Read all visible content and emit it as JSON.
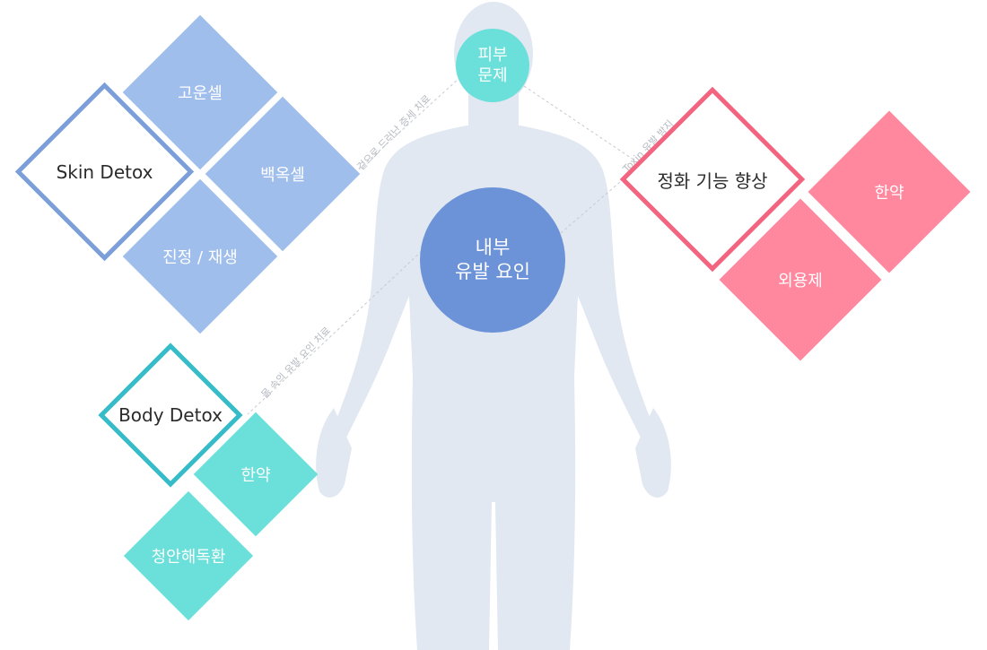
{
  "colors": {
    "body": "#e1e8f2",
    "skin_fill": "#9fbeec",
    "skin_outline": "#7c9fd9",
    "body_outline": "#36bcc8",
    "body_fill": "#6be0da",
    "pink_fill": "#ff889f",
    "pink_outline": "#f2647f",
    "center_circle": "#6c92d8",
    "head_circle": "#6be0da",
    "dashed_line": "#c6c9ce"
  },
  "head_circle": {
    "text": "피부\n문제"
  },
  "center_circle": {
    "text": "내부\n유발 요인"
  },
  "skin_group": {
    "title": "Skin Detox",
    "items": [
      "고운셀",
      "백옥셀",
      "진정 / 재생"
    ],
    "connector_label": "겉으로 드러난 증세 치료"
  },
  "body_group": {
    "title": "Body Detox",
    "items": [
      "한약",
      "청안해독환"
    ],
    "connector_label": "몸 속의 유발 요인 치료"
  },
  "purify_group": {
    "title": "정화 기능 향상",
    "items": [
      "한약",
      "외용제"
    ],
    "connector_label": "Toxin 유발 방지"
  }
}
